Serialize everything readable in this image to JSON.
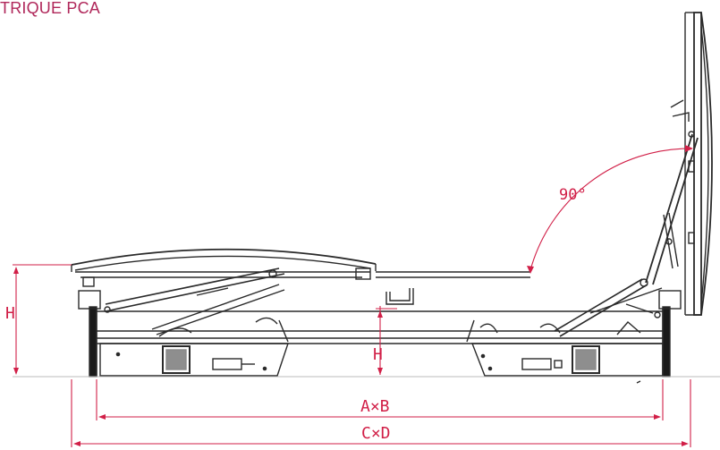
{
  "header": {
    "title": "TRIQUE PCA"
  },
  "dimensions": {
    "height_outer": "H",
    "height_inner": "H",
    "opening_angle": "90°",
    "inner_size": "A×B",
    "outer_size": "C×D"
  },
  "colors": {
    "title": "#b0275a",
    "dimension_lines": "#d11f47",
    "drawing_lines": "#2a2a2a"
  }
}
